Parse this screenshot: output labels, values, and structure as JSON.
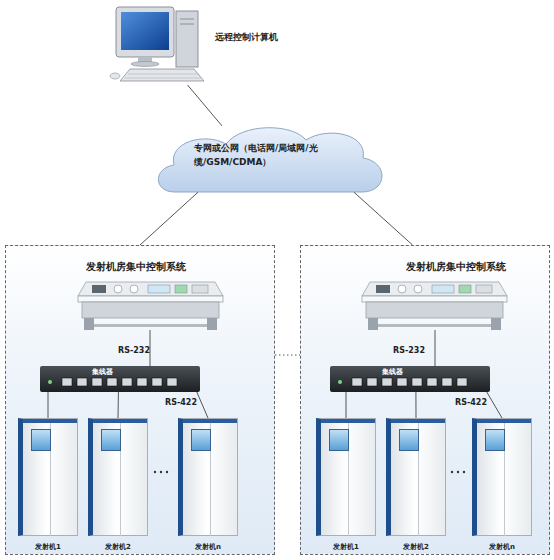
{
  "diagram": {
    "nodes": [
      {
        "text": [
          "远程控制计算机"
        ]
      },
      {
        "text": [
          "专网或公网（电话网/局域网/光缆/GSM/CDMA）"
        ]
      },
      {
        "text": [
          "发射机房集中控制系统"
        ]
      },
      {
        "text": [
          "集线器"
        ],
        "in": 2
      },
      {
        "text": [
          "发射机1"
        ],
        "in": 2
      },
      {
        "text": [
          "发射机2"
        ],
        "in": 2
      },
      {
        "text": [
          "发射机n"
        ],
        "in": 2
      },
      {
        "text": [
          "发射机房集中控制系统"
        ]
      },
      {
        "text": [
          "集线器"
        ],
        "in": 7
      },
      {
        "text": [
          "发射机1"
        ],
        "in": 7
      },
      {
        "text": [
          "发射机2"
        ],
        "in": 7
      },
      {
        "text": [
          "发射机n"
        ],
        "in": 7
      }
    ],
    "edges": [
      {
        "from": 0,
        "to": 1,
        "arrow": "none"
      },
      {
        "from": 1,
        "to": 2,
        "arrow": "none"
      },
      {
        "from": 1,
        "to": 7,
        "arrow": "none"
      },
      {
        "from": 2,
        "to": 7,
        "arrow": "none"
      },
      {
        "from": 3,
        "to": 4,
        "arrow": "none"
      },
      {
        "from": 3,
        "to": 5,
        "arrow": "none"
      },
      {
        "from": 3,
        "to": 6,
        "arrow": "none"
      },
      {
        "from": 8,
        "to": 9,
        "arrow": "none"
      },
      {
        "from": 8,
        "to": 10,
        "arrow": "none"
      },
      {
        "from": 8,
        "to": 11,
        "arrow": "none"
      }
    ],
    "labels": [
      "RS-232",
      "RS-422",
      "RS-232",
      "RS-422"
    ]
  }
}
